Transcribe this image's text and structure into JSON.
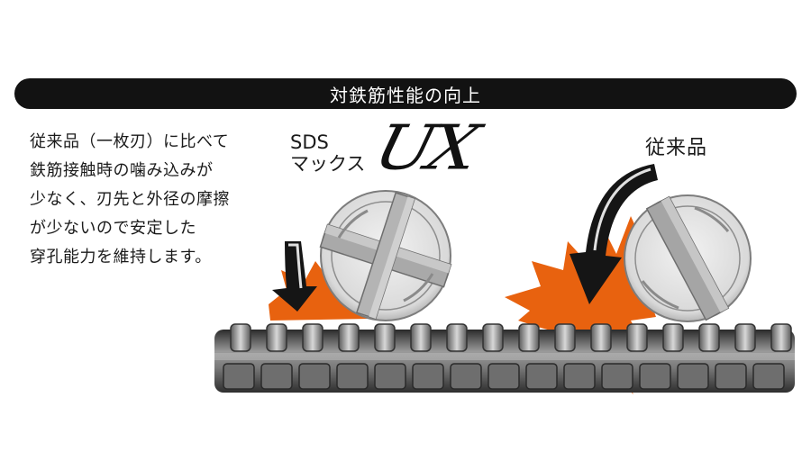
{
  "title": "対鉄筋性能の向上",
  "description": [
    "従来品（一枚刃）に比べて",
    "鉄筋接触時の噛み込みが",
    "少なく、刃先と外径の摩擦",
    "が少ないので安定した",
    "穿孔能力を維持します。"
  ],
  "product": {
    "line1": "SDS",
    "line2": "マックス",
    "logo": "UX"
  },
  "conventional_label": "従来品",
  "colors": {
    "title_bar": "#121212",
    "spark": "#e8620f",
    "rebar": "#555555"
  }
}
